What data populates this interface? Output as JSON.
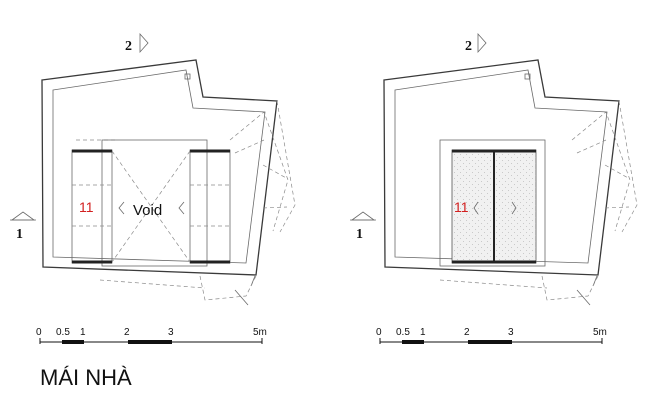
{
  "section_markers": {
    "section_1": "1",
    "section_2": "2"
  },
  "plans": [
    {
      "room_number": "11",
      "void_label": "Void"
    },
    {
      "room_number": "11"
    }
  ],
  "scale_bar": {
    "labels": [
      "0",
      "0.5",
      "1",
      "2",
      "3",
      "5m"
    ]
  },
  "title": "MÁI NHÀ",
  "colors": {
    "lines": "#3a3a3a",
    "room_number": "#d22020"
  }
}
